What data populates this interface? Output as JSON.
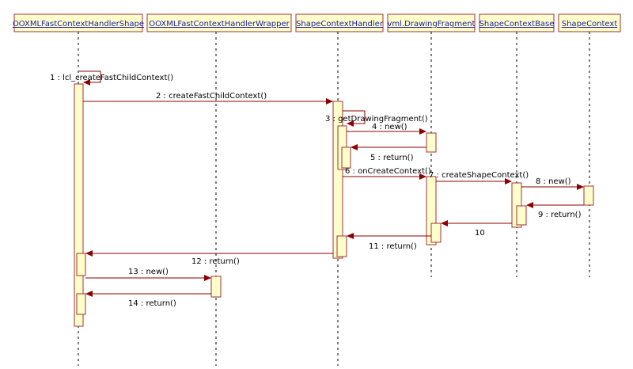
{
  "participants": [
    {
      "name": "OOXMLFastContextHandlerShape"
    },
    {
      "name": "OOXMLFastContextHandlerWrapper"
    },
    {
      "name": "ShapeContextHandler"
    },
    {
      "name": "vml.DrawingFragment"
    },
    {
      "name": "ShapeContextBase"
    },
    {
      "name": "ShapeContext"
    }
  ],
  "messages": [
    {
      "label": "1 : lcl_createFastChildContext()",
      "from": 0,
      "to": 0,
      "kind": "self"
    },
    {
      "label": "2 : createFastChildContext()",
      "from": 0,
      "to": 2,
      "kind": "call"
    },
    {
      "label": "3 : getDrawingFragment()",
      "from": 2,
      "to": 2,
      "kind": "self"
    },
    {
      "label": "4 : new()",
      "from": 2,
      "to": 3,
      "kind": "call"
    },
    {
      "label": "5 : return()",
      "from": 3,
      "to": 2,
      "kind": "return"
    },
    {
      "label": "6 : onCreateContext()",
      "from": 2,
      "to": 3,
      "kind": "call"
    },
    {
      "label": "7 : createShapeContext()",
      "from": 3,
      "to": 4,
      "kind": "call"
    },
    {
      "label": "8 : new()",
      "from": 4,
      "to": 5,
      "kind": "call"
    },
    {
      "label": "9 : return()",
      "from": 5,
      "to": 4,
      "kind": "return"
    },
    {
      "label": "10",
      "from": 4,
      "to": 3,
      "kind": "return"
    },
    {
      "label": "11 : return()",
      "from": 3,
      "to": 2,
      "kind": "return"
    },
    {
      "label": "12 : return()",
      "from": 2,
      "to": 0,
      "kind": "return"
    },
    {
      "label": "13 : new()",
      "from": 0,
      "to": 1,
      "kind": "call"
    },
    {
      "label": "14 : return()",
      "from": 1,
      "to": 0,
      "kind": "return"
    }
  ],
  "colors": {
    "header_fill": "#ffffcc",
    "header_border": "#a0303a",
    "header_text": "#1a1aa6",
    "activation_fill": "#ffffcc",
    "activation_border": "#a0303a",
    "arrow": "#8b0000",
    "lifeline": "#000000"
  }
}
